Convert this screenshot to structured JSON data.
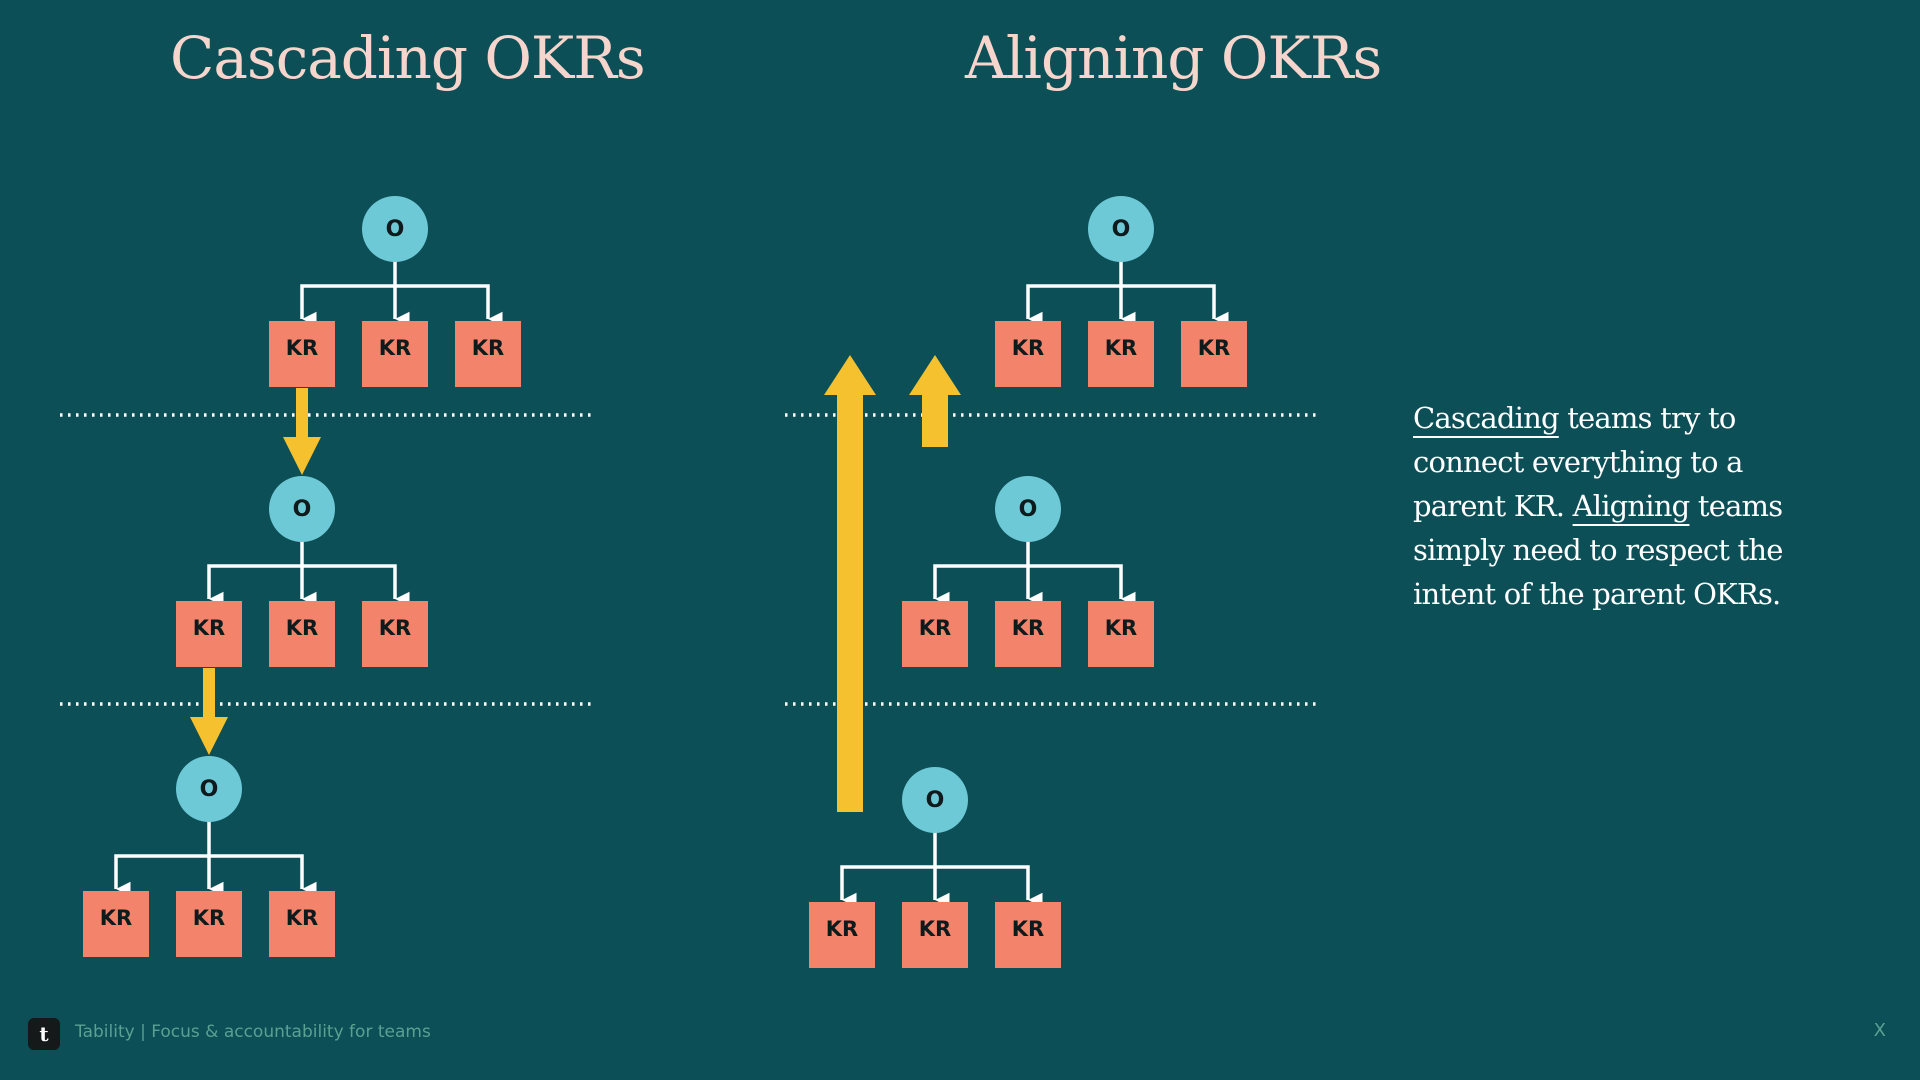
{
  "titles": {
    "cascading": "Cascading OKRs",
    "aligning": "Aligning OKRs"
  },
  "labels": {
    "objective": "O",
    "key_result": "KR"
  },
  "description": {
    "part1": "Cascading",
    "part2": " teams try to connect everything to a parent KR. ",
    "part3": "Aligning",
    "part4": " teams simply need to respect the intent of the parent OKRs."
  },
  "footer": {
    "logo": "t",
    "text": "Tability | Focus & accountability for teams",
    "page_mark": "X"
  },
  "colors": {
    "background": "#0c4f57",
    "objective": "#6ec9d6",
    "key_result": "#f4836b",
    "arrow": "#f5c12e",
    "connector": "#ffffff",
    "title": "#f6d5cc"
  }
}
